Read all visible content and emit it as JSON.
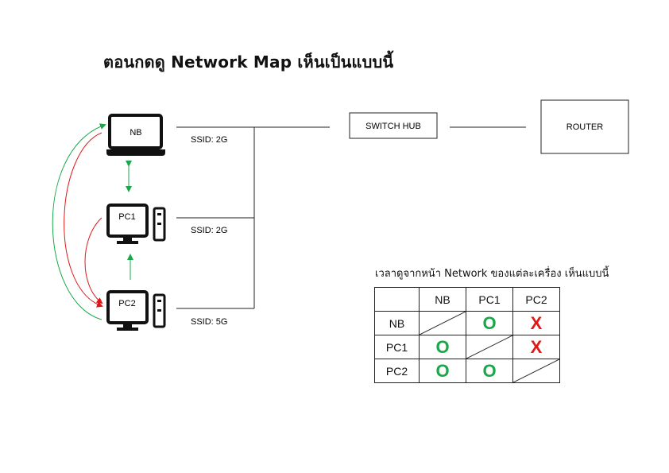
{
  "title": "ตอนกดดู Network Map เห็นเป็นแบบนี้",
  "switch_hub": {
    "label": "SWITCH HUB"
  },
  "router": {
    "label": "ROUTER"
  },
  "devices": {
    "nb": {
      "label": "NB",
      "ssid": "SSID: 2G"
    },
    "pc1": {
      "label": "PC1",
      "ssid": "SSID: 2G"
    },
    "pc2": {
      "label": "PC2",
      "ssid": "SSID: 5G"
    }
  },
  "caption": "เวลาดูจากหน้า Network ของแต่ละเครื่อง เห็นแบบนี้",
  "matrix": {
    "columns": [
      "NB",
      "PC1",
      "PC2"
    ],
    "rows": [
      {
        "label": "NB",
        "cells": [
          "",
          "O",
          "X"
        ]
      },
      {
        "label": "PC1",
        "cells": [
          "O",
          "",
          "X"
        ]
      },
      {
        "label": "PC2",
        "cells": [
          "O",
          "O",
          ""
        ]
      }
    ]
  },
  "colors": {
    "green": "#18a84a",
    "red": "#e01818",
    "line": "#222222"
  }
}
